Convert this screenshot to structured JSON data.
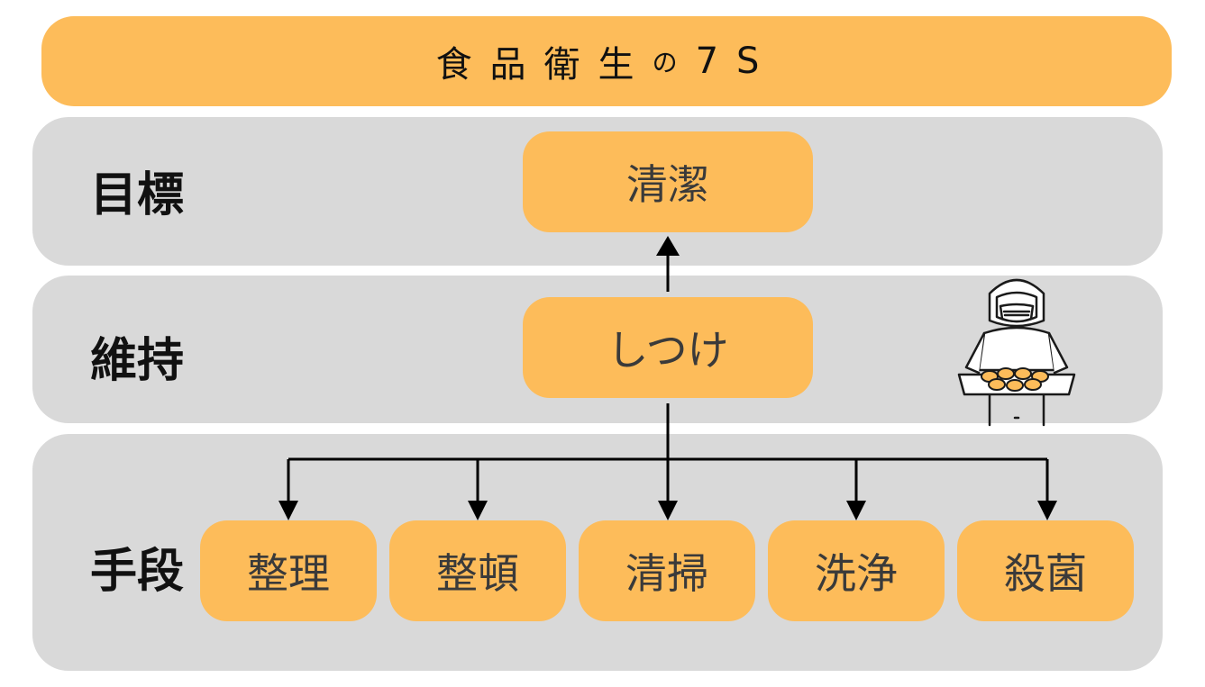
{
  "colors": {
    "accent": "#FDBC5A",
    "band": "#D9D9D9",
    "line": "#000000"
  },
  "title": {
    "main": "食品衛生",
    "particle": "の",
    "suffix": "7S"
  },
  "levels": {
    "goal": {
      "label": "目標",
      "boxes": [
        "清潔"
      ]
    },
    "maintenance": {
      "label": "維持",
      "boxes": [
        "しつけ"
      ]
    },
    "means": {
      "label": "手段",
      "boxes": [
        "整理",
        "整頓",
        "清掃",
        "洗浄",
        "殺菌"
      ]
    }
  },
  "illustration": {
    "icon": "food-worker-with-tray-icon"
  }
}
